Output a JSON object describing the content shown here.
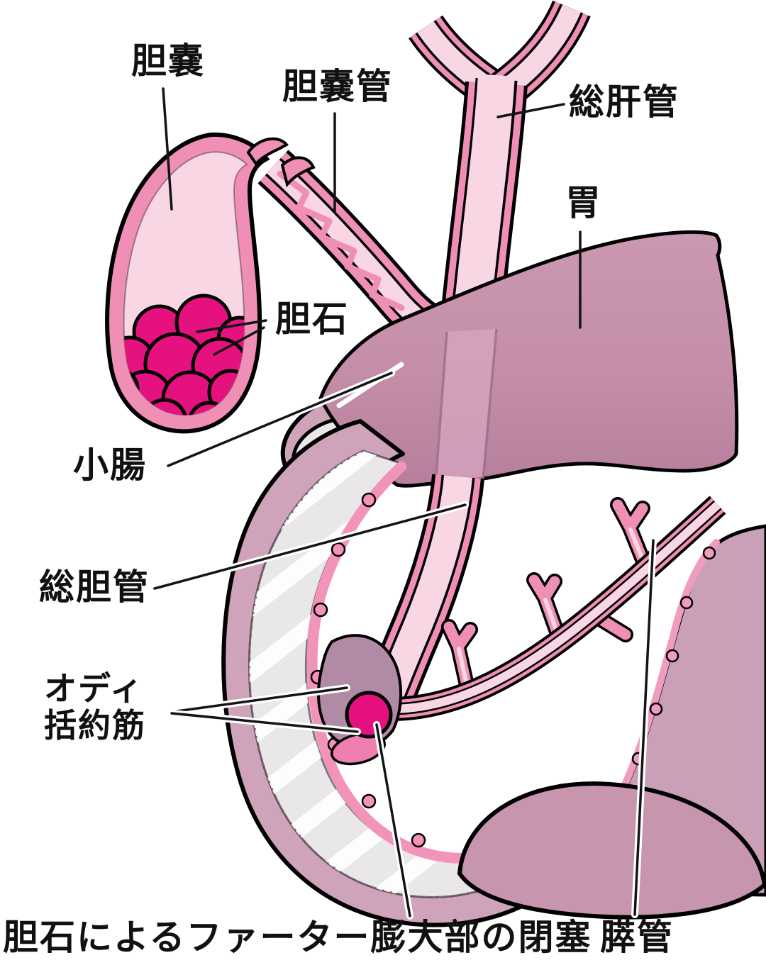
{
  "figure_type": "medical-anatomy-diagram",
  "caption": "胆石によるファーター膨大部の閉塞",
  "labels": {
    "gallbladder": "胆嚢",
    "cystic_duct": "胆嚢管",
    "common_hepatic_duct": "総肝管",
    "stomach": "胃",
    "gallstones": "胆石",
    "small_intestine": "小腸",
    "common_bile_duct": "総胆管",
    "sphincter_of_oddi": "オディ\n括約筋",
    "pancreatic_duct": "膵管"
  },
  "colors": {
    "duct_wall": "#f08fb6",
    "duct_lumen": "#f8d6e4",
    "gallstone": "#e5117f",
    "stomach": "#c792ab",
    "intestine_wall": "#cfa3ba",
    "intestine_lumen": "#e9e7e7",
    "pancreas": "#ffffff",
    "lower_organ": "#c795ae",
    "sphincter": "#b18ba6",
    "papilla": "#ee7fb0",
    "outline": "#000000",
    "label_text": "#111111"
  }
}
